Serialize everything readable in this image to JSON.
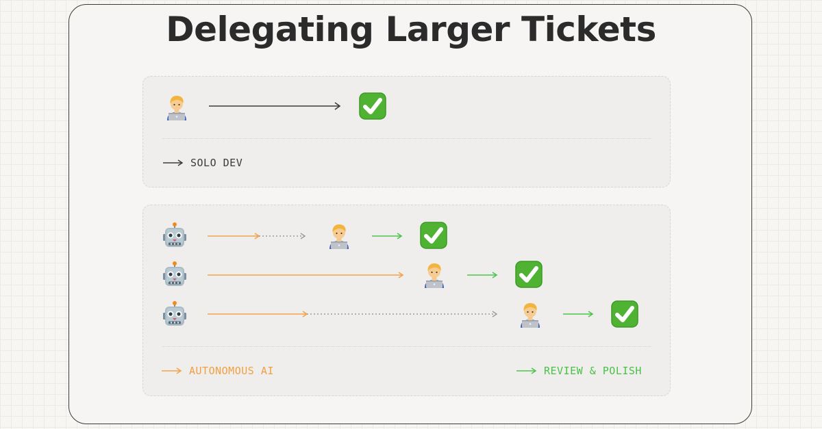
{
  "title": "Delegating Larger Tickets",
  "colors": {
    "ai_orange": "#f5a24a",
    "review_green": "#4cc44d",
    "solo_dark": "#3a3a3a",
    "dotted_gray": "#9a9a9a"
  },
  "icons": {
    "developer": "technologist-emoji",
    "robot": "robot-face-emoji",
    "done": "check-mark-button-emoji"
  },
  "solo_panel": {
    "legend": "SOLO DEV"
  },
  "ai_panel": {
    "rows": [
      {
        "autonomous_segment": "short",
        "waiting_segment": "short"
      },
      {
        "autonomous_segment": "long",
        "waiting_segment": "none"
      },
      {
        "autonomous_segment": "short",
        "waiting_segment": "long"
      }
    ],
    "legend_left": "AUTONOMOUS AI",
    "legend_right": "REVIEW & POLISH"
  }
}
